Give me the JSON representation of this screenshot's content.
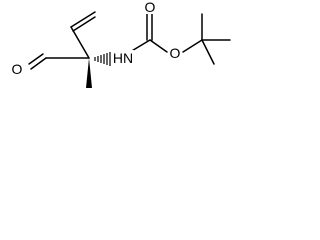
{
  "molecule": {
    "atoms": {
      "aldehyde_oxygen": "O",
      "amine_nitrogen": "HN",
      "ester_oxygen": "O",
      "carbonyl_oxygen": "O"
    },
    "bond_color": "#000000",
    "stereo": "wedge-and-hash"
  }
}
